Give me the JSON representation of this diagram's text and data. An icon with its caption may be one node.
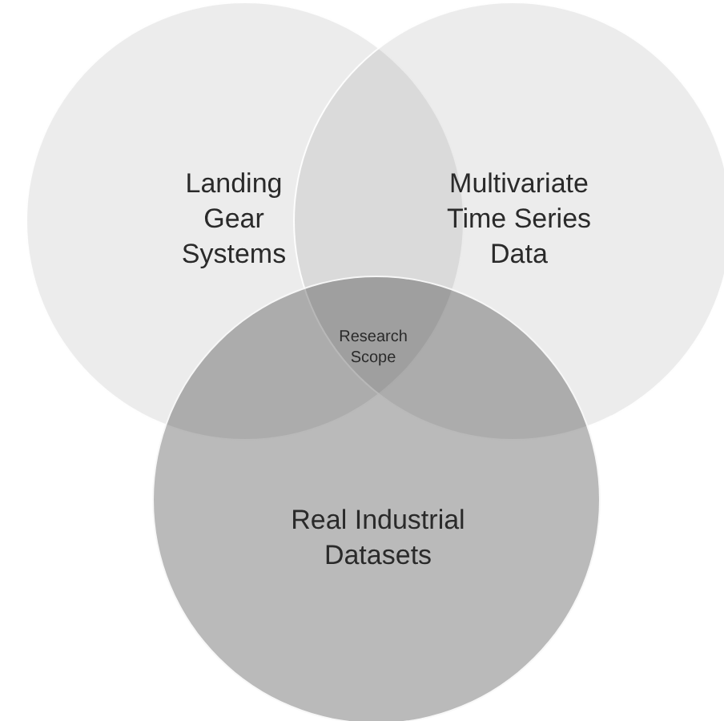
{
  "diagram": {
    "nodes": [
      {
        "text": [
          "Landing Gear Systems"
        ]
      },
      {
        "text": [
          "Multivariate Time Series Data"
        ]
      },
      {
        "text": [
          "Real Industrial Datasets"
        ]
      }
    ],
    "edges": [],
    "labels": [
      "Research Scope"
    ]
  }
}
